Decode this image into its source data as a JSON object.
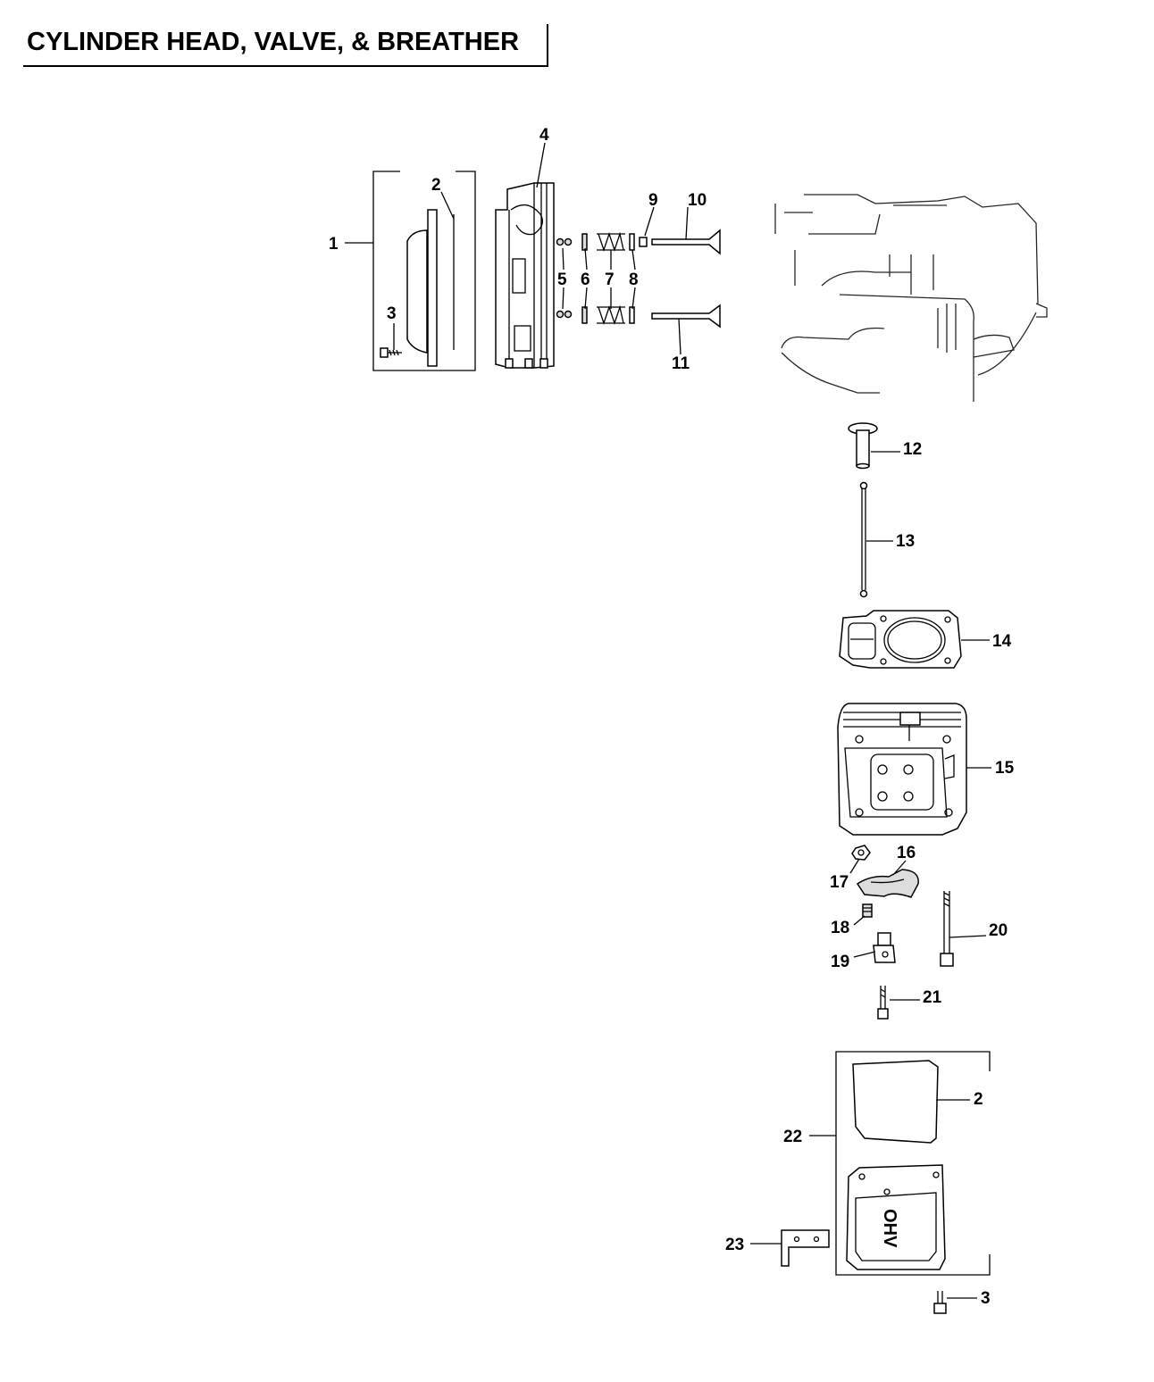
{
  "title": "CYLINDER HEAD, VALVE, & BREATHER",
  "callouts": {
    "c1": "1",
    "c2a": "2",
    "c3a": "3",
    "c4": "4",
    "c5": "5",
    "c6": "6",
    "c7": "7",
    "c8": "8",
    "c9": "9",
    "c10": "10",
    "c11": "11",
    "c12": "12",
    "c13": "13",
    "c14": "14",
    "c15": "15",
    "c16": "16",
    "c17": "17",
    "c18": "18",
    "c19": "19",
    "c20": "20",
    "c21": "21",
    "c2b": "2",
    "c22": "22",
    "c23": "23",
    "c3b": "3"
  },
  "cover_logo": "OHV"
}
